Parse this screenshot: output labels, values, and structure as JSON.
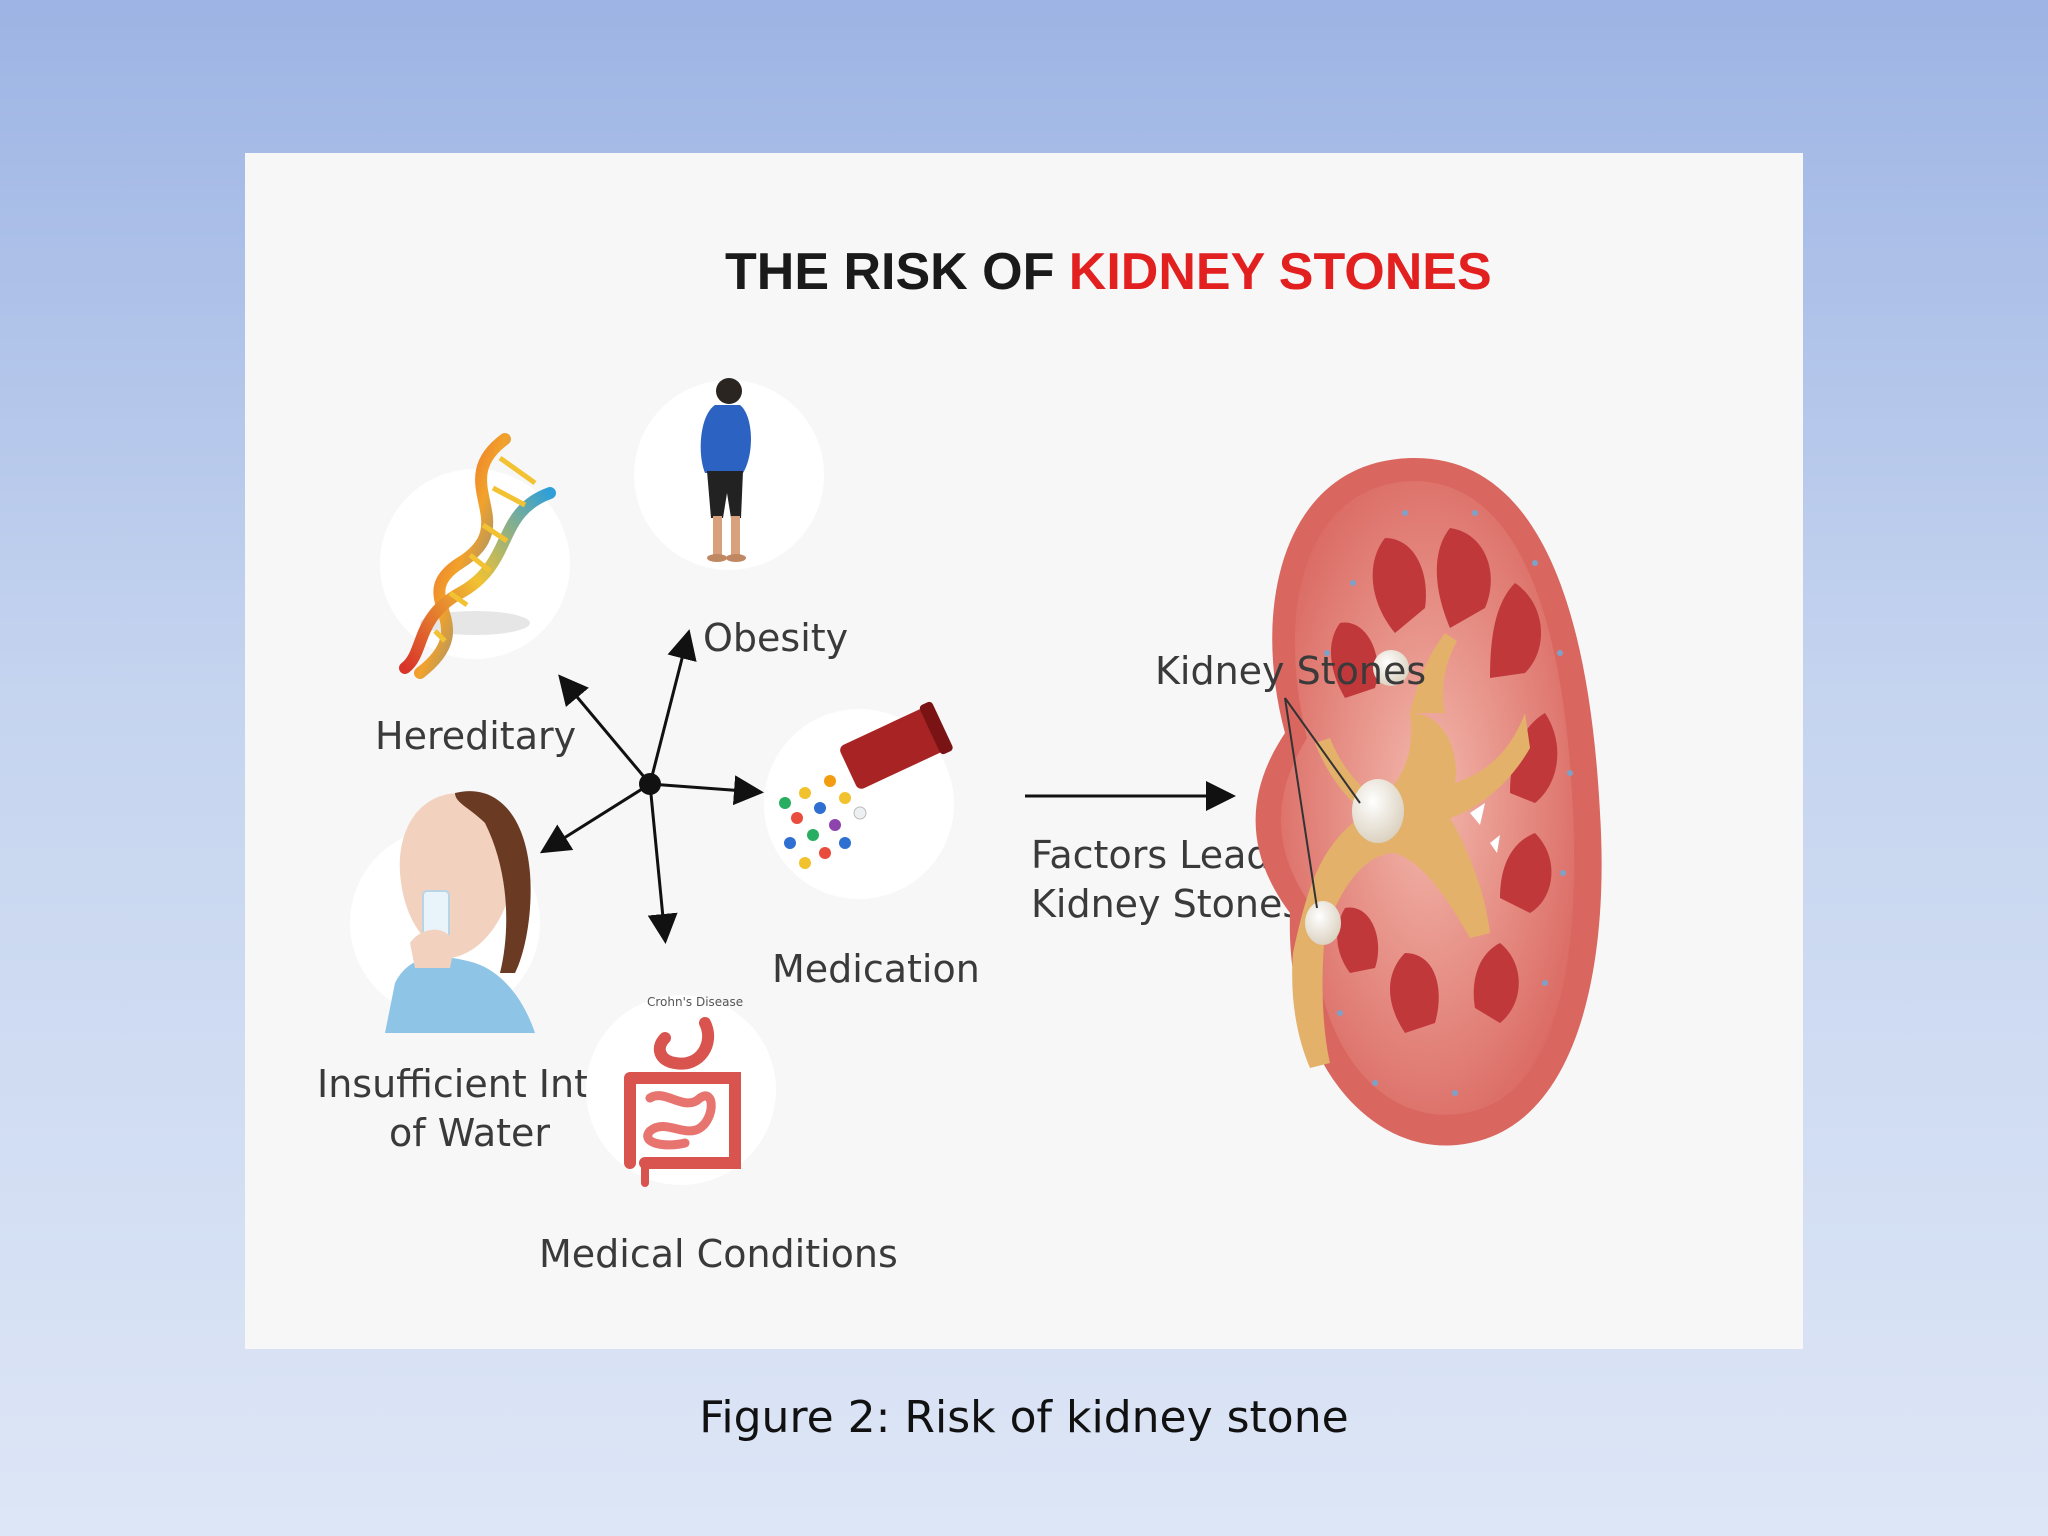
{
  "figure": {
    "title_part1": "THE RISK OF ",
    "title_part2": "KIDNEY STONES",
    "title_color_dark": "#1a1a1a",
    "title_color_accent": "#e1201f",
    "factors": [
      {
        "id": "hereditary",
        "label": "Hereditary",
        "icon": "dna-icon"
      },
      {
        "id": "obesity",
        "label": "Obesity",
        "icon": "obese-person-icon"
      },
      {
        "id": "medication",
        "label": "Medication",
        "icon": "pills-bottle-icon"
      },
      {
        "id": "medical-conditions",
        "label": "Medical Conditions",
        "icon": "digestive-system-icon",
        "inset_caption": "Crohn's Disease"
      },
      {
        "id": "water",
        "label_line1": "Insufficient Intake",
        "label_line2": "of Water",
        "icon": "woman-drinking-water-icon"
      }
    ],
    "arrow_label_line1": "Factors Leads to",
    "arrow_label_line2": "Kidney Stones",
    "kidney_label": "Kidney Stones",
    "kidney_icon": "kidney-cross-section-icon",
    "colors": {
      "kidney_outer": "#d9665f",
      "kidney_inner": "#c9473f",
      "pelvis": "#e3b16a",
      "stone": "#f3ede0"
    }
  },
  "caption": "Figure 2: Risk of kidney stone"
}
